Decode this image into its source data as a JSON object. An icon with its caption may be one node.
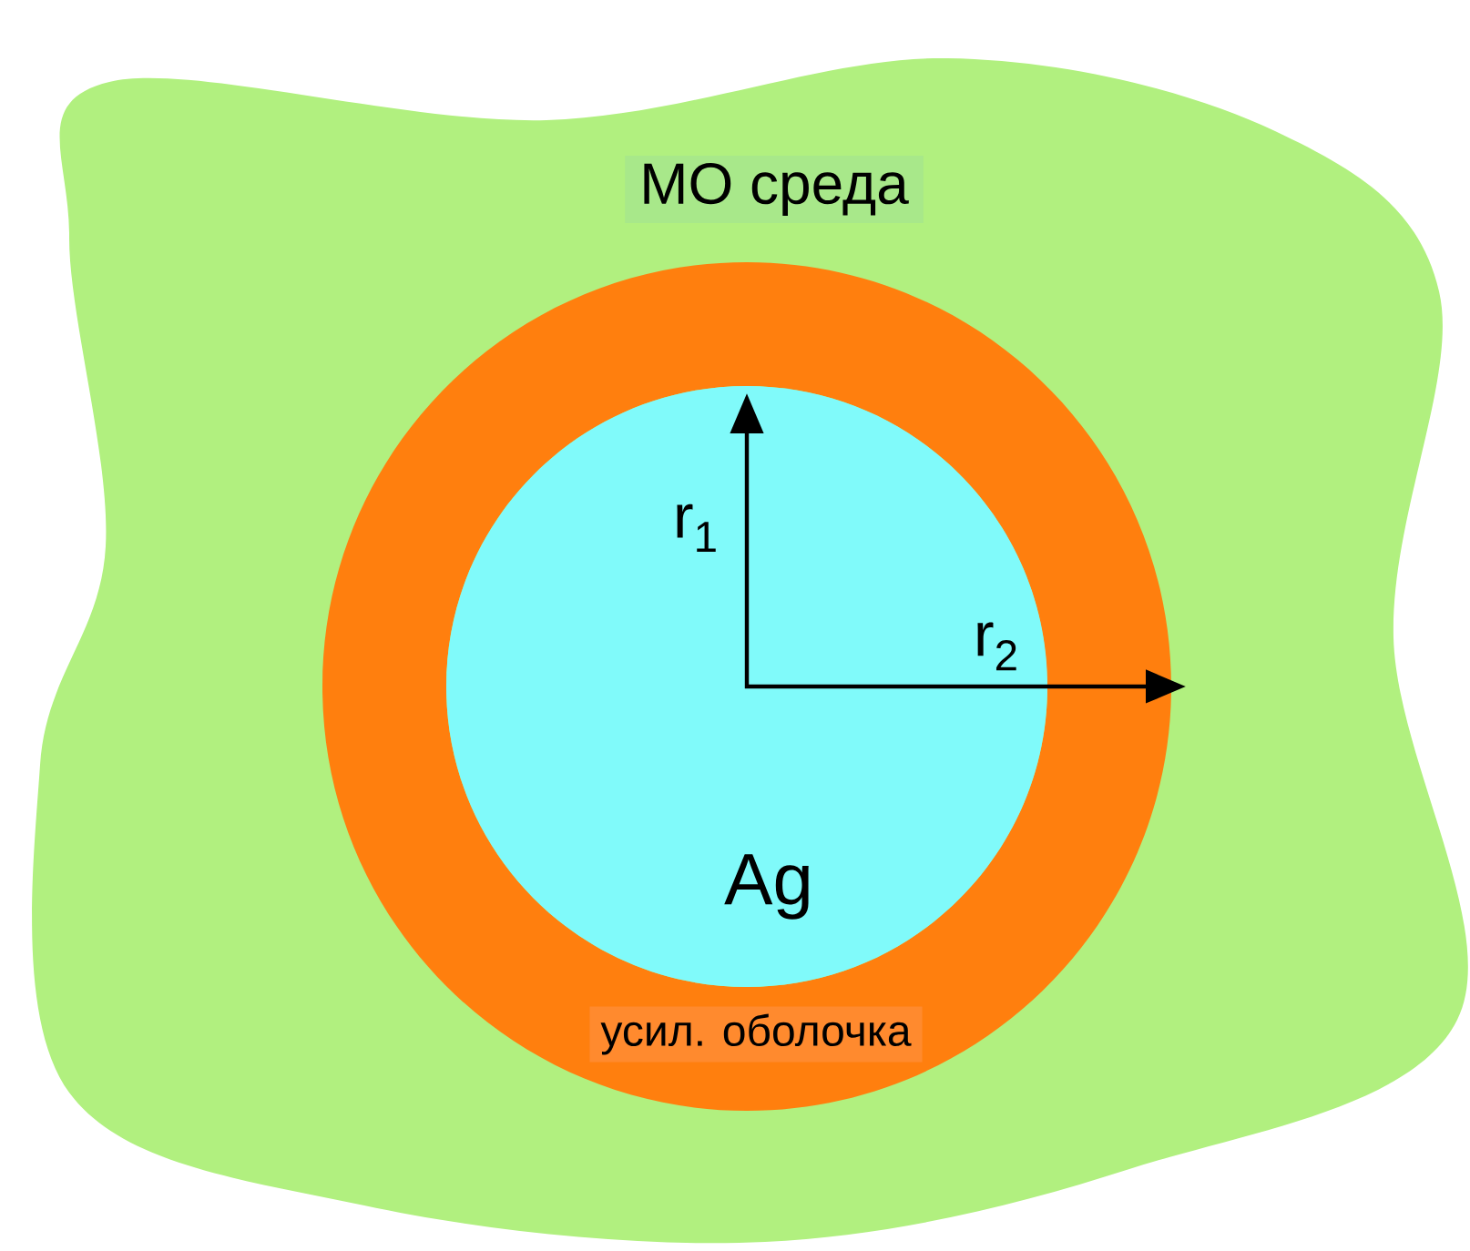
{
  "diagram": {
    "nodes": [
      {
        "text": [
          "МО среда"
        ]
      },
      {
        "text": [
          "усил. оболочка"
        ],
        "in": 0
      },
      {
        "text": [
          "Ag"
        ],
        "in": 1
      }
    ],
    "labels": [
      "r$_{1}$",
      "r$_{2}$"
    ]
  }
}
